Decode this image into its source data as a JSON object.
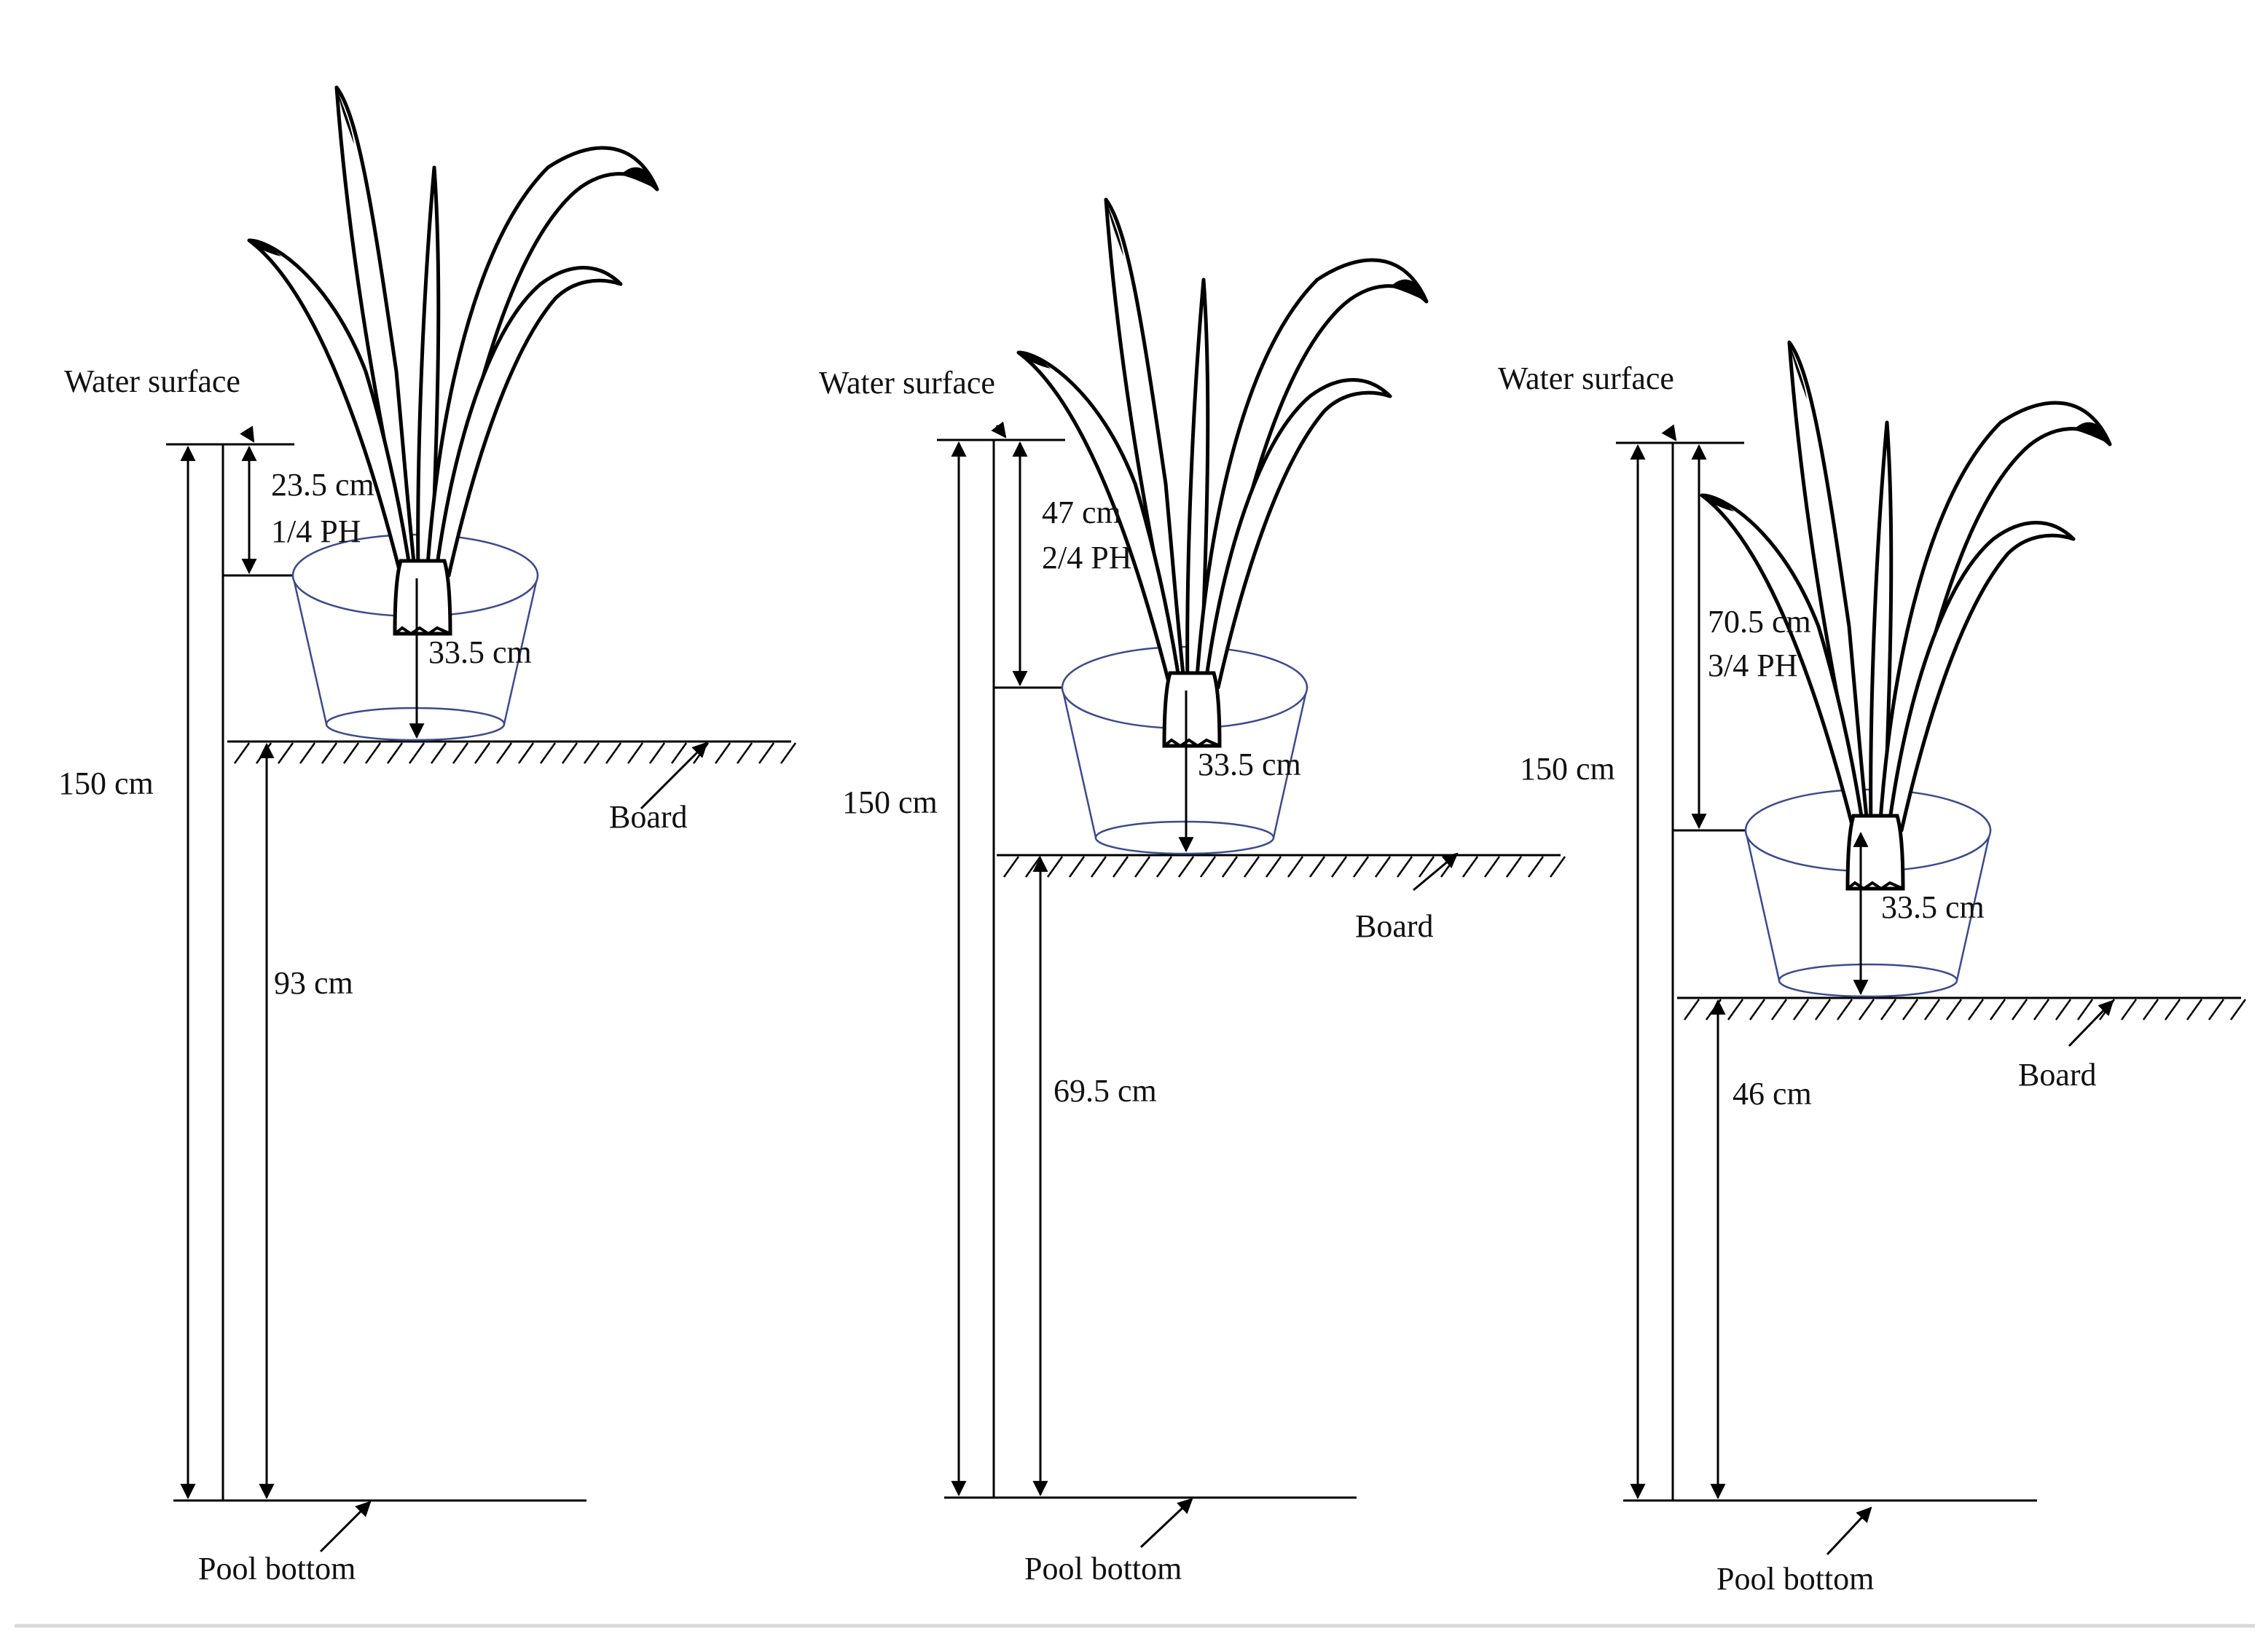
{
  "panels": [
    {
      "water_surface_label": "Water surface",
      "total_depth_label": "150 cm",
      "depth_label": "23.5 cm",
      "fraction_label": "1/4  PH",
      "pot_height_label": "33.5 cm",
      "board_label": "Board",
      "board_height_label": "93 cm",
      "pool_bottom_label": "Pool bottom"
    },
    {
      "water_surface_label": "Water surface",
      "total_depth_label": "150 cm",
      "depth_label": "47 cm",
      "fraction_label": "2/4  PH",
      "pot_height_label": "33.5 cm",
      "board_label": "Board",
      "board_height_label": "69.5 cm",
      "pool_bottom_label": "Pool bottom"
    },
    {
      "water_surface_label": "Water surface",
      "total_depth_label": "150 cm",
      "depth_label": "70.5 cm",
      "fraction_label": "3/4  PH",
      "pot_height_label": "33.5 cm",
      "board_label": "Board",
      "board_height_label": "46 cm",
      "pool_bottom_label": "Pool bottom"
    }
  ]
}
